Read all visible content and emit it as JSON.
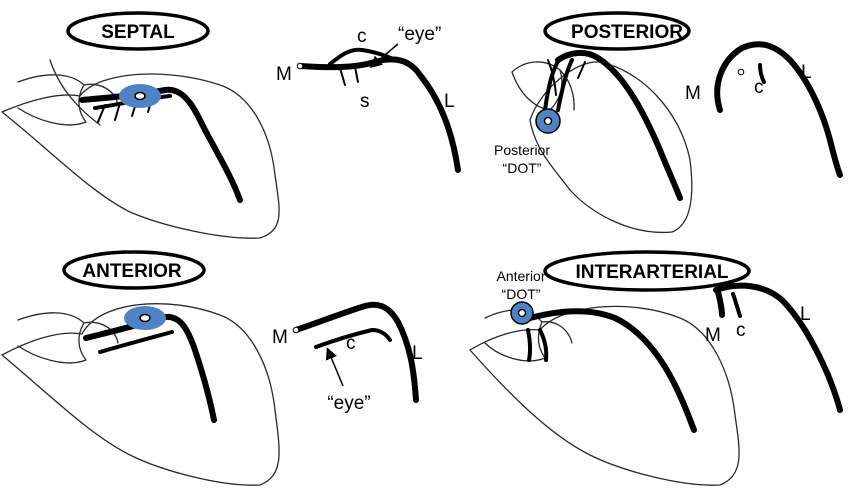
{
  "accent_color": "#4f84c4",
  "panels": {
    "septal": {
      "title": "SEPTAL",
      "m": "M",
      "c": "c",
      "s": "s",
      "l": "L",
      "eye": "“eye”"
    },
    "posterior": {
      "title": "POSTERIOR",
      "dot_line1": "Posterior",
      "dot_line2": "“DOT”",
      "m": "M",
      "c": "c",
      "l": "L"
    },
    "anterior": {
      "title": "ANTERIOR",
      "m": "M",
      "c": "c",
      "l": "L",
      "eye": "“eye”"
    },
    "interarterial": {
      "title": "INTERARTERIAL",
      "dot_line1": "Anterior",
      "dot_line2": "“DOT”",
      "m": "M",
      "c": "c",
      "l": "L"
    }
  }
}
